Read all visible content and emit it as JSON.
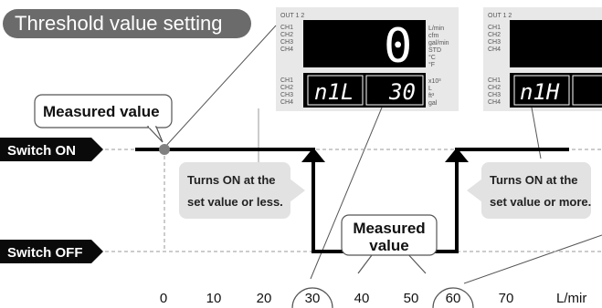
{
  "title": "Threshold value setting",
  "measured_value_label": "Measured value",
  "measured_value_center_line1": "Measured",
  "measured_value_center_line2": "value",
  "switch_on_label": "Switch ON",
  "switch_off_label": "Switch OFF",
  "callout_left_line1": "Turns ON at the",
  "callout_left_line2": "set value or less.",
  "callout_right_line1": "Turns ON at the",
  "callout_right_line2": "set value or more.",
  "axis_ticks": [
    "0",
    "10",
    "20",
    "30",
    "40",
    "50",
    "60",
    "70"
  ],
  "axis_unit": "L/mir",
  "display_left": {
    "out_label": "OUT 1 2",
    "channels_top": [
      "CH1",
      "CH2",
      "CH3",
      "CH4"
    ],
    "units_top": [
      "L/min",
      "cfm",
      "gal/min",
      "STD",
      "°C",
      "°F"
    ],
    "main_digit": "0",
    "channels_bottom": [
      "CH1",
      "CH2",
      "CH3",
      "CH4"
    ],
    "sub_left": "n1L",
    "sub_right": "30",
    "units_bottom": [
      "x10³",
      "L",
      "ft³",
      "gal"
    ]
  },
  "display_right": {
    "out_label": "OUT 1 2",
    "channels_top": [
      "CH1",
      "CH2",
      "CH3",
      "CH4"
    ],
    "channels_bottom": [
      "CH1",
      "CH2",
      "CH3",
      "CH4"
    ],
    "sub_left": "n1H"
  },
  "colors": {
    "title_bg": "#6b6b6b",
    "label_bg": "#0a0a0a",
    "callout_bg": "#e2e2e2",
    "panel_bg": "#e8e8e8",
    "display_bg": "#000000",
    "line": "#000000",
    "dashed": "#999999",
    "dot": "#808080"
  }
}
